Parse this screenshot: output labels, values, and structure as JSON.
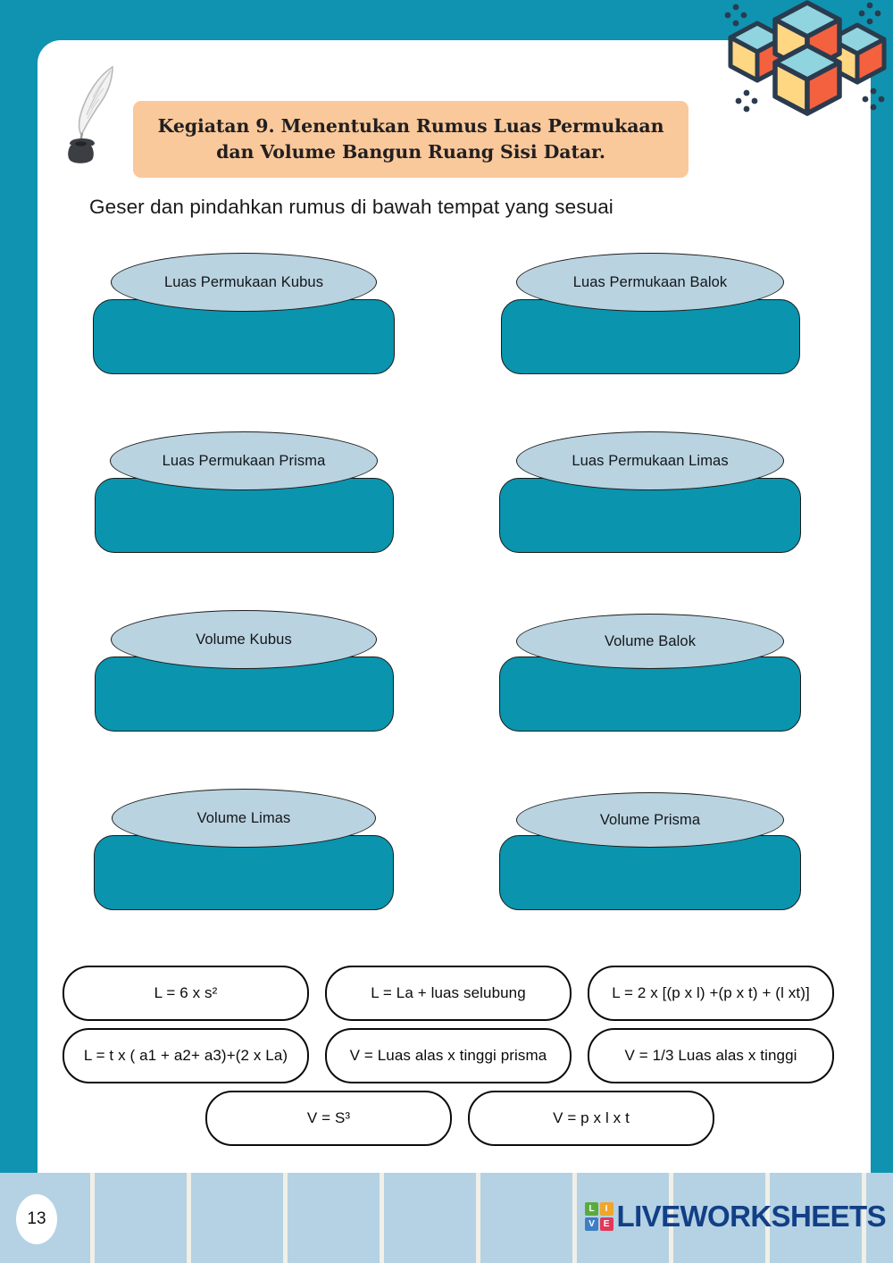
{
  "page": {
    "number": "13",
    "accent_teal": "#0f93b0",
    "banner_peach": "#f9c99c",
    "pill_blue": "#b9d3e0",
    "dropzone_teal": "#0a94ae",
    "footer_blue": "#b4d2e3",
    "brand_navy": "#123f86"
  },
  "header": {
    "quill_icon": "quill-and-inkpot-icon",
    "title": "Kegiatan 9.  Menentukan Rumus Luas Permukaan dan Volume Bangun Ruang Sisi Datar.",
    "instruction": "Geser dan pindahkan rumus di bawah tempat yang sesuai"
  },
  "decoration": {
    "cubes_icon": "isometric-cubes-icon",
    "cube_top_color": "#8fd4df",
    "cube_left_color": "#ffd782",
    "cube_right_color": "#f4613f",
    "cube_outline_color": "#2b3b4e"
  },
  "targets": [
    {
      "label": "Luas Permukaan Kubus",
      "dropzone_value": ""
    },
    {
      "label": "Luas Permukaan Balok",
      "dropzone_value": ""
    },
    {
      "label": "Luas Permukaan Prisma",
      "dropzone_value": ""
    },
    {
      "label": "Luas Permukaan Limas",
      "dropzone_value": ""
    },
    {
      "label": "Volume Kubus",
      "dropzone_value": ""
    },
    {
      "label": "Volume Balok",
      "dropzone_value": ""
    },
    {
      "label": "Volume Limas",
      "dropzone_value": ""
    },
    {
      "label": "Volume Prisma",
      "dropzone_value": ""
    }
  ],
  "formulas": [
    "L = 6 x s²",
    "L = La + luas selubung",
    "L = 2 x [(p x l) +(p x t) + (l xt)]",
    "L = t x ( a1 + a2+ a3)+(2 x La)",
    "V = Luas alas x tinggi prisma",
    "V = 1/3 Luas alas x tinggi",
    "V = S³",
    "V = p x l x t"
  ],
  "footer": {
    "brand_tiles": [
      "L",
      "I",
      "V",
      "E"
    ],
    "brand_word": "LIVEWORKSHEETS"
  }
}
